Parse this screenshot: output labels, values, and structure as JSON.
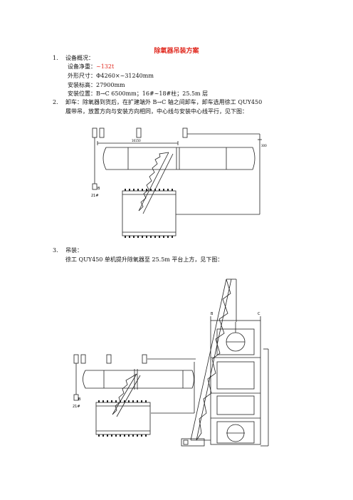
{
  "doc": {
    "title": "除氧器吊装方案",
    "s1_num": "1.",
    "s1_heading": "设备概况：",
    "weight_label": "设备净重：",
    "weight_value": "~132t",
    "dimension": "外形尺寸：Φ4260×~31240mm",
    "elevation": "安装标高：27900mm",
    "position": "安装位置：B→C 6500mm；16#~18#柱；25.5m 层",
    "s2_num": "2.",
    "s2_line1": "卸车：除氧器到货后，在扩建端外 B→C 轴之间卸车，卸车选用徐工 QUY450",
    "s2_line2": "履带吊，放置方向与安装方向相同，中心线与安装中心线平行，见下图：",
    "s3_num": "3.",
    "s3_heading": "吊装：",
    "s3_line1": "徐工 QUY450 单机提升除氧器至 25.5m 平台上方，见下图："
  },
  "figure1": {
    "axis_b": "B",
    "column_label": "21#",
    "dim_top": "16150",
    "dim_right": "3000"
  },
  "figure2": {
    "axis_b": "B",
    "axis_c": "C",
    "column_label": "21#"
  }
}
